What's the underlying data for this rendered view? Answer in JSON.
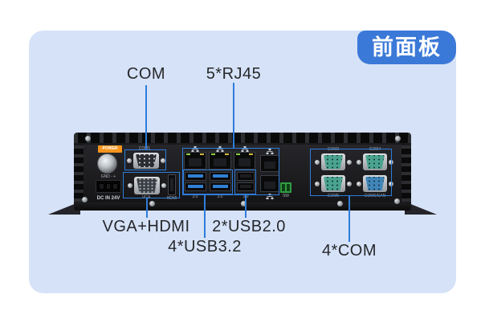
{
  "badge": {
    "label": "前面板"
  },
  "callouts": {
    "com": {
      "label": "COM"
    },
    "rj45": {
      "label": "5*RJ45"
    },
    "vga_hdmi": {
      "label": "VGA+HDMI"
    },
    "usb3": {
      "label": "4*USB3.2"
    },
    "usb2": {
      "label": "2*USB2.0"
    },
    "com4x": {
      "label": "4*COM"
    }
  },
  "device": {
    "power_label": "POWER",
    "gnd_label": "GND -  +",
    "dc_input_label": "DC IN 24V",
    "ports": {
      "com1": "COM1",
      "vga": "VGA",
      "hdmi": "HDMI",
      "usb3a": "3.0",
      "usb3b": "3.0",
      "usb2": "2.0",
      "sw": "SW",
      "com3": "COM3",
      "com4": "COM4",
      "com5": "COM5",
      "com6": "COM6/CAN"
    },
    "icons": [
      "lan-icon",
      "lan-icon",
      "lan-icon",
      "lan-icon",
      "lan-icon"
    ]
  },
  "colors": {
    "card_bg": "#d6e2f7",
    "badge_bg": "#3b79d8",
    "callout_blue": "#2e7cd9",
    "usb3_tongue": "#2f80d2",
    "serial_teal": "#4aa390",
    "serial_blue": "#4186b8",
    "power_orange": "#f5941d"
  }
}
